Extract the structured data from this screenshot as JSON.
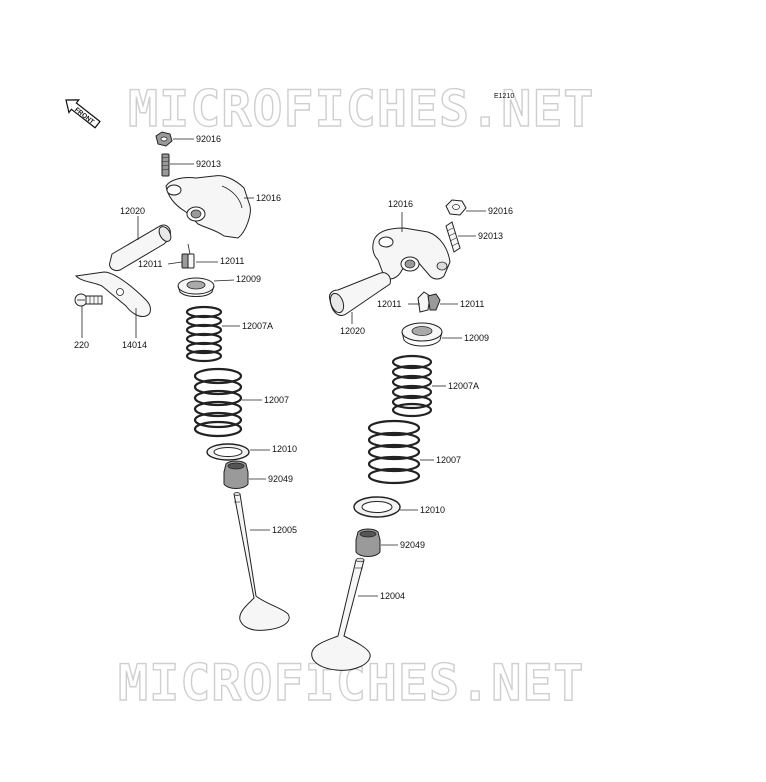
{
  "watermark": {
    "top": "MICROFICHES.NET",
    "bottom": "MICROFICHES.NET"
  },
  "diagram_code": "E1210",
  "front_arrow": {
    "label": "FRONT",
    "icon": "front-arrow-icon"
  },
  "left_assembly": {
    "labels": [
      "92016",
      "92013",
      "12016",
      "12020",
      "12011",
      "12011",
      "12009",
      "220",
      "14014",
      "12007A",
      "12007",
      "12010",
      "92049",
      "12005"
    ]
  },
  "right_assembly": {
    "labels": [
      "12016",
      "92016",
      "92013",
      "12011",
      "12011",
      "12020",
      "12009",
      "12007A",
      "12007",
      "12010",
      "92049",
      "12004"
    ]
  }
}
